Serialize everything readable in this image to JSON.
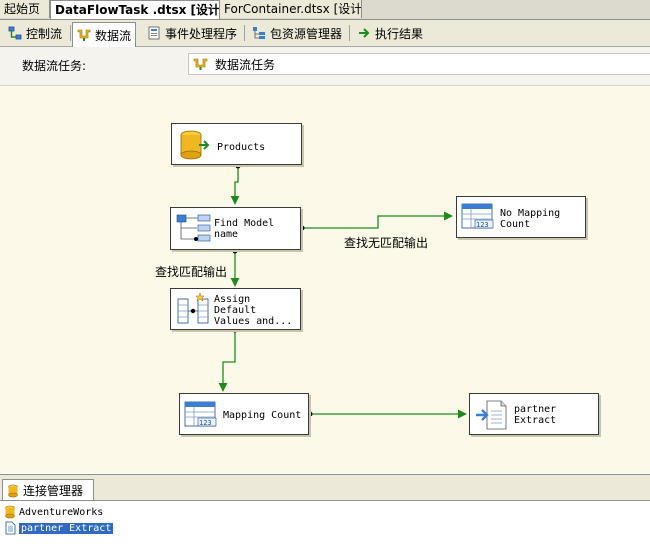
{
  "document_tabs": {
    "start": "起始页",
    "active": "DataFlowTask .dtsx [设计]*",
    "other": "ForContainer.dtsx [设计]"
  },
  "designer_tabs": [
    {
      "label": "控制流"
    },
    {
      "label": "数据流"
    },
    {
      "label": "事件处理程序"
    },
    {
      "label": "包资源管理器"
    },
    {
      "label": "执行结果"
    }
  ],
  "task_selector": {
    "label": "数据流任务:",
    "value": "数据流任务"
  },
  "components": {
    "products": "Products",
    "find_model_name": "Find Model\nname",
    "assign_default": "Assign\nDefault\nValues and...",
    "mapping_count": "Mapping Count",
    "no_mapping_count": "No Mapping\nCount",
    "partner_extract": "partner\nExtract"
  },
  "paths": {
    "no_match_output": "查找无匹配输出",
    "match_output": "查找匹配输出"
  },
  "connection_manager": {
    "tab_label": "连接管理器",
    "items": [
      {
        "label": "AdventureWorks",
        "selected": false
      },
      {
        "label": "partner Extract",
        "selected": true
      }
    ]
  },
  "colors": {
    "canvas_bg": "#fdf9e8",
    "path_green": "#1f8a1f",
    "selection_blue": "#316ac5"
  }
}
